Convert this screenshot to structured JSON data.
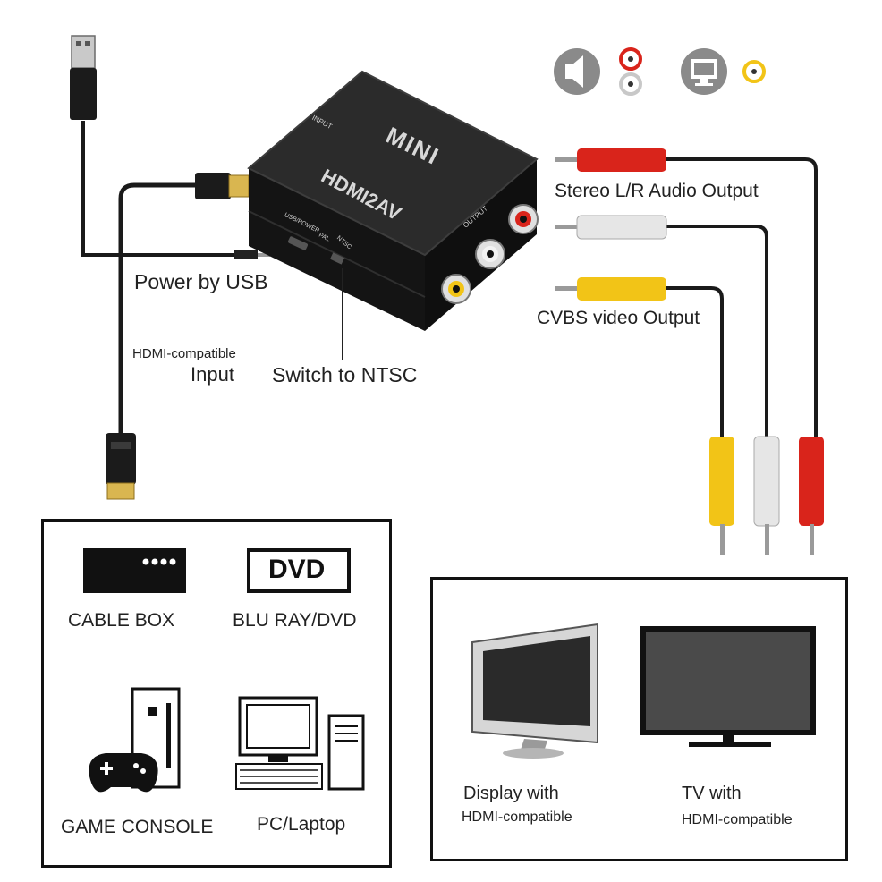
{
  "device": {
    "top_label": "MINI",
    "main_label": "HDMI2AV",
    "input_port_label": "INPUT",
    "output_port_label": "OUTPUT",
    "usb_power_label": "USB/POWER",
    "pal_label": "PAL",
    "ntsc_label": "NTSC"
  },
  "callouts": {
    "power": "Power by USB",
    "hdmi_input_line1": "HDMI-compatible",
    "hdmi_input_line2": "Input",
    "switch": "Switch to NTSC",
    "audio_output": "Stereo L/R Audio Output",
    "video_output": "CVBS video Output"
  },
  "sources": {
    "cable_box": "CABLE BOX",
    "dvd_badge": "DVD",
    "dvd": "BLU RAY/DVD",
    "game_console": "GAME CONSOLE",
    "pc": "PC/Laptop"
  },
  "displays": {
    "monitor_line1": "Display with",
    "monitor_line2": "HDMI-compatible",
    "tv_line1": "TV with",
    "tv_line2": "HDMI-compatible"
  },
  "colors": {
    "device_body": "#151515",
    "rca_red": "#d9241b",
    "rca_white": "#e6e6e6",
    "rca_yellow": "#f2c417",
    "hdmi_gold": "#d9b650",
    "icon_gray": "#8a8a8a"
  },
  "icons": [
    "usb-plug-icon",
    "hdmi-plug-icon",
    "speaker-icon",
    "monitor-icon",
    "cable-box-icon",
    "dvd-icon",
    "game-console-icon",
    "pc-icon"
  ]
}
